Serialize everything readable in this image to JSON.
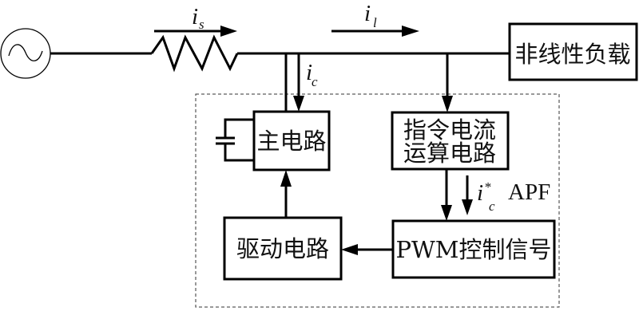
{
  "diagram": {
    "title": "",
    "blocks": {
      "load": "非线性负载",
      "main_circuit": "主电路",
      "command_line1": "指令电流",
      "command_line2": "运算电路",
      "drive": "驱动电路",
      "pwm": "PWM控制信号"
    },
    "labels": {
      "is_main": "i",
      "is_sub": "s",
      "il_main": "i",
      "il_sub": "l",
      "ic_main": "i",
      "ic_sub": "c",
      "icstar_main": "i",
      "icstar_sub": "c",
      "icstar_sup": "*",
      "apf": "APF"
    },
    "components": [
      "ac-source",
      "inductor",
      "capacitor"
    ]
  }
}
